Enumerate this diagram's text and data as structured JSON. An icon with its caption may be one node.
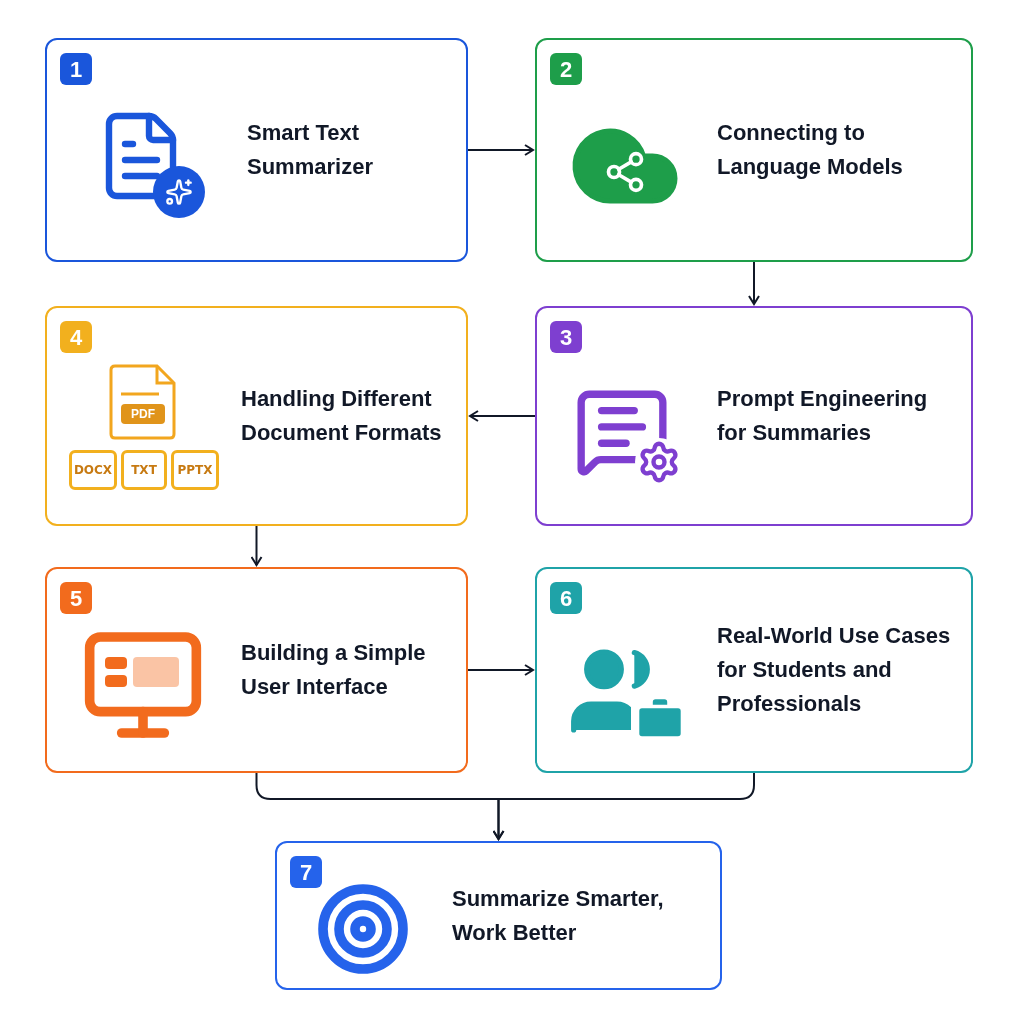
{
  "diagram": {
    "nodes": [
      {
        "text": [
          "1",
          "Smart Text Summarizer"
        ]
      },
      {
        "text": [
          "2",
          "Connecting to Language Models"
        ]
      },
      {
        "text": [
          "3",
          "Prompt Engineering for Summaries"
        ]
      },
      {
        "text": [
          "4",
          "Handling Different Document Formats"
        ]
      },
      {
        "text": [
          "5",
          "Building a Simple User Interface"
        ]
      },
      {
        "text": [
          "6",
          "Real-World Use Cases for Students and Professionals"
        ]
      },
      {
        "text": [
          "7",
          "Summarize Smarter, Work Better"
        ]
      },
      {
        "text": [
          "PDF"
        ],
        "in": 3
      },
      {
        "text": [
          "DOCX"
        ],
        "in": 3
      },
      {
        "text": [
          "TXT"
        ],
        "in": 3
      },
      {
        "text": [
          "PPTX"
        ],
        "in": 3
      }
    ],
    "edges": [
      {
        "from": 0,
        "to": 1,
        "arrow": "to"
      },
      {
        "from": 1,
        "to": 2,
        "arrow": "to"
      },
      {
        "from": 2,
        "to": 3,
        "arrow": "to"
      },
      {
        "from": 3,
        "to": 4,
        "arrow": "to"
      },
      {
        "from": 4,
        "to": 5,
        "arrow": "to"
      },
      {
        "from": 4,
        "to": 6,
        "arrow": "to"
      },
      {
        "from": 5,
        "to": 6,
        "arrow": "to"
      }
    ]
  }
}
